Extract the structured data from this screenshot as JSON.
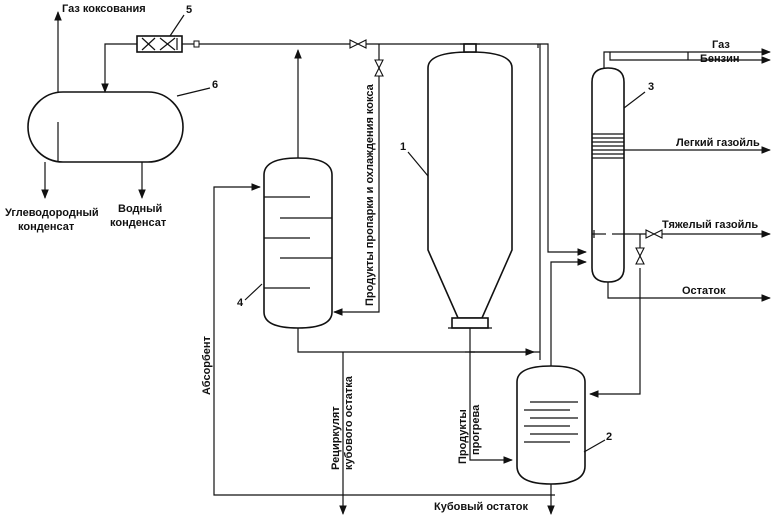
{
  "labels": {
    "coke_gas": "Газ коксования",
    "hydrocarbon_condensate_1": "Углеводородный",
    "hydrocarbon_condensate_2": "конденсат",
    "water_condensate_1": "Водный",
    "water_condensate_2": "конденсат",
    "steam_products": "Продукты пропарки и охлаждения кокса",
    "gas": "Газ",
    "gasoline": "Бензин",
    "light_gasoil": "Легкий газойль",
    "heavy_gasoil": "Тяжелый газойль",
    "residue": "Остаток",
    "absorbent": "Абсорбент",
    "recycle_1": "Рециркулят",
    "recycle_2": "кубового остатка",
    "warmup_1": "Продукты",
    "warmup_2": "прогрева",
    "bottoms": "Кубовый остаток"
  },
  "numbers": {
    "n1": "1",
    "n2": "2",
    "n3": "3",
    "n4": "4",
    "n5": "5",
    "n6": "6"
  }
}
